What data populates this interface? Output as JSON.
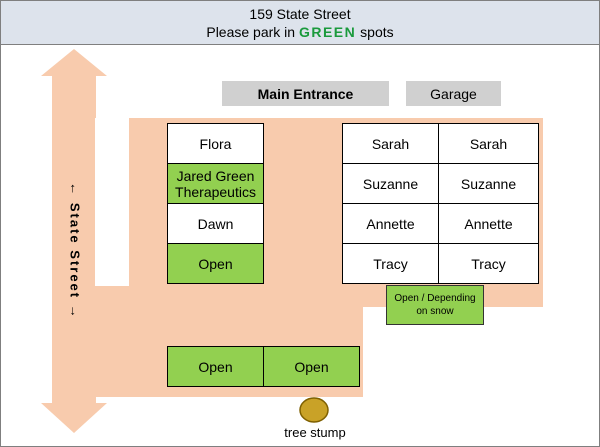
{
  "header": {
    "address": "159 State Street",
    "instruction_prefix": "Please park in ",
    "instruction_highlight": "GREEN",
    "instruction_suffix": " spots"
  },
  "landmarks": {
    "main_entrance": "Main Entrance",
    "garage": "Garage",
    "street": "← State Street →",
    "stump": "tree stump"
  },
  "spots": {
    "left_column": [
      "Flora",
      "Jared Green Therapeutics",
      "Dawn",
      "Open"
    ],
    "right_column_a": [
      "Sarah",
      "Suzanne",
      "Annette",
      "Tracy"
    ],
    "right_column_b": [
      "Sarah",
      "Suzanne",
      "Annette",
      "Tracy"
    ],
    "snow_spot": "Open / Depending on snow",
    "bottom_row": [
      "Open",
      "Open"
    ]
  },
  "colors": {
    "pavement": "#f8cbad",
    "open_spot": "#92d050",
    "reserved_spot": "#ffffff",
    "header_bg": "#dde3ec",
    "label_bg": "#d0d0d0",
    "stump": "#c9a227",
    "highlight_text": "#1a9a3c"
  }
}
